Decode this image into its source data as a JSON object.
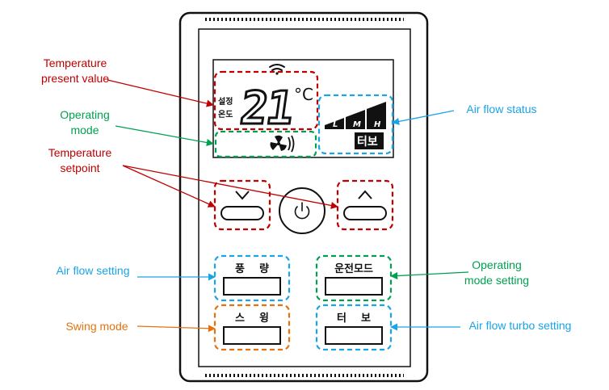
{
  "callouts": {
    "temp_present_line1": "Temperature",
    "temp_present_line2": "present value",
    "operating_mode_line1": "Operating",
    "operating_mode_line2": "mode",
    "temp_setpoint_line1": "Temperature",
    "temp_setpoint_line2": "setpoint",
    "air_flow_setting": "Air flow setting",
    "swing_mode": "Swing mode",
    "air_flow_status": "Air flow status",
    "operating_mode_setting_line1": "Operating",
    "operating_mode_setting_line2": "mode setting",
    "air_flow_turbo_setting": "Air flow turbo setting"
  },
  "display": {
    "set_label_line1": "설정",
    "set_label_line2": "온도",
    "temperature": "21",
    "unit": "°C",
    "fan_levels": [
      "L",
      "M",
      "H"
    ],
    "turbo_badge": "터보"
  },
  "buttons": {
    "fan_speed": "풍    량",
    "run_mode": "운전모드",
    "swing": "스    윙",
    "turbo": "터    보"
  },
  "icons": {
    "wifi": "wifi-icon",
    "fan_mode": "fan-icon",
    "down": "chevron-down-icon",
    "up": "chevron-up-icon",
    "power": "power-icon"
  },
  "colors": {
    "red": "#c00000",
    "green": "#00a050",
    "blue": "#1aa3e6",
    "orange": "#e5720d"
  }
}
